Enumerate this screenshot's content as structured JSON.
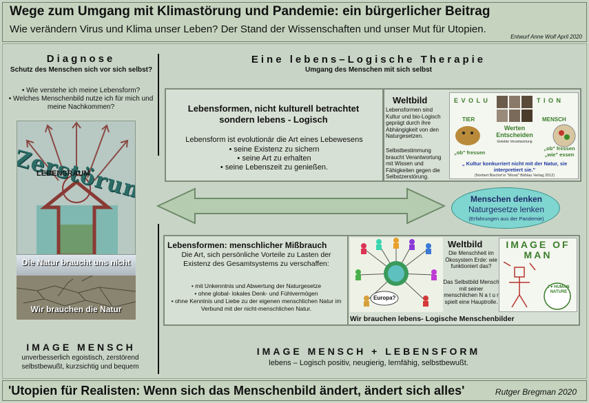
{
  "header": {
    "title": "Wege zum Umgang mit Klimastörung und Pandemie: ein bürgerlicher Beitrag",
    "subtitle": "Wie verändern Virus und Klima unser Leben? Der Stand der Wissenschaften und unser Mut für Utopien.",
    "credit": "Entwurf Anne Wolf April 2020"
  },
  "left": {
    "heading": "Diagnose",
    "subheading": "Schutz des Menschen sich vor sich selbst?",
    "bullets": [
      "Wie verstehe ich meine Lebensform?",
      "Welches Menschenbild nutze ich für mich und meine Nachkommen?"
    ],
    "image_word": "Zerstörung",
    "lebensraum": "LEBENSRAUM",
    "caption_top": "Die Natur braucht uns nicht",
    "caption_bottom": "Wir brauchen die Natur",
    "image_mensch": "IMAGE MENSCH",
    "image_mensch_text": "unverbesserlich egoistisch, zerstörend selbstbewußt, kurzsichtig und bequem"
  },
  "therapy": {
    "heading": "Eine lebens–Logische Therapie",
    "subheading": "Umgang des Menschen mit sich selbst"
  },
  "box1": {
    "title": "Lebensformen, nicht kulturell betrachtet sondern lebens - Logisch",
    "intro": "Lebensform ist evolutionär die Art eines Lebewesens",
    "bullets": [
      "seine Existenz zu sichern",
      "seine Art zu erhalten",
      "seine Lebenszeit zu genießen."
    ],
    "weltbild_title": "Weltbild",
    "weltbild_text1": "Lebensformen sind Kultur und bio-Logisch geprägt durch ihre Abhängigkeit von den Naturgesetzen.",
    "weltbild_text2": "Selbstbestimmung braucht Verantwortung mit Wissen und Fähigkeiten gegen die Selbstzerstörung.",
    "evo_left": "E V O L U",
    "evo_right": "T I O N",
    "tier": "TIER",
    "mensch": "MENSCH",
    "werten": "Werten Entscheiden",
    "werten_small": "Gelebte Verantwortung",
    "ob_fressen": "„ob\" fressen",
    "wie_essen": "„ob\" fressen „wie\" essen",
    "quote": "„ Kultur konkurriert nicht mit der Natur, sie interpretiert sie.\"",
    "quote_source": "(Norbert Bischof in \"Moral\" Böhlau Verlag 2012)"
  },
  "oval": {
    "line1": "Menschen denken",
    "line2": "Naturgesetze lenken",
    "line3": "(Erfahrungen aus der Pandemie)"
  },
  "box2": {
    "title": "Lebensformen: menschlicher Mißbrauch",
    "intro": "Die Art, sich persönliche Vorteile zu Lasten der Existenz des Gesamtsystems zu verschaffen:",
    "bullets": [
      "mit Unkenntnis und Abwertung der Naturgesetze",
      "ohne global- lokales Denk- und Fühlvermögen",
      "ohne Kenntnis und Liebe zu der eigenen menschlichen Natur im Verbund mit der nicht-menschlichen Natur."
    ],
    "europa": "Europa?",
    "weltbild_title": "Weltbild",
    "weltbild_text1": "Die Menschheit im Ökosystem Erde: wie funktioniert das?",
    "weltbild_text2": "Das Selbstbild Mensch mit seiner menschlichen N a t u r spielt eine Hauptrolle.",
    "image_of_man": "IMAGE OF MAN",
    "human_nature": "I ♥ HUMAN NATURE",
    "banner": "Wir brauchen lebens- Logische Menschenbilder"
  },
  "bottom": {
    "heading": "IMAGE MENSCH + LEBENSFORM",
    "text": "lebens – Logisch positiv, neugierig, lernfähig, selbstbewußt."
  },
  "footer": {
    "quote": "'Utopien für Realisten: Wenn sich das Menschenbild ändert, ändert sich alles'",
    "author": "Rutger Bregman 2020"
  }
}
